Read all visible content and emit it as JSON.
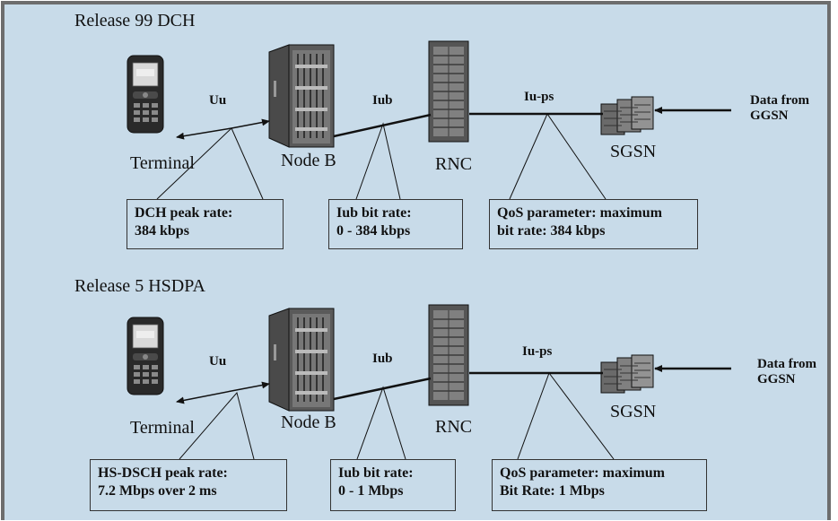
{
  "colors": {
    "panel": "#c8dbe9",
    "frame": "#6d6d6d",
    "line": "#111111"
  },
  "top": {
    "title": "Release 99 DCH",
    "terminal": "Terminal",
    "nodeb": "Node B",
    "rnc": "RNC",
    "sgsn": "SGSN",
    "uu": "Uu",
    "iub": "Iub",
    "iups": "Iu-ps",
    "ggsn_line1": "Data from",
    "ggsn_line2": "GGSN",
    "box_uu": [
      "DCH peak rate:",
      "384 kbps"
    ],
    "box_iub": [
      "Iub bit rate:",
      "0 - 384 kbps"
    ],
    "box_iups": [
      "QoS parameter: maximum",
      "bit rate: 384 kbps"
    ]
  },
  "bottom": {
    "title": "Release 5 HSDPA",
    "terminal": "Terminal",
    "nodeb": "Node B",
    "rnc": "RNC",
    "sgsn": "SGSN",
    "uu": "Uu",
    "iub": "Iub",
    "iups": "Iu-ps",
    "ggsn_line1": "Data from",
    "ggsn_line2": "GGSN",
    "box_uu": [
      "HS-DSCH peak rate:",
      "7.2 Mbps over 2 ms"
    ],
    "box_iub": [
      "Iub bit rate:",
      "0 - 1 Mbps"
    ],
    "box_iups": [
      "QoS parameter: maximum",
      "Bit Rate: 1 Mbps"
    ]
  }
}
